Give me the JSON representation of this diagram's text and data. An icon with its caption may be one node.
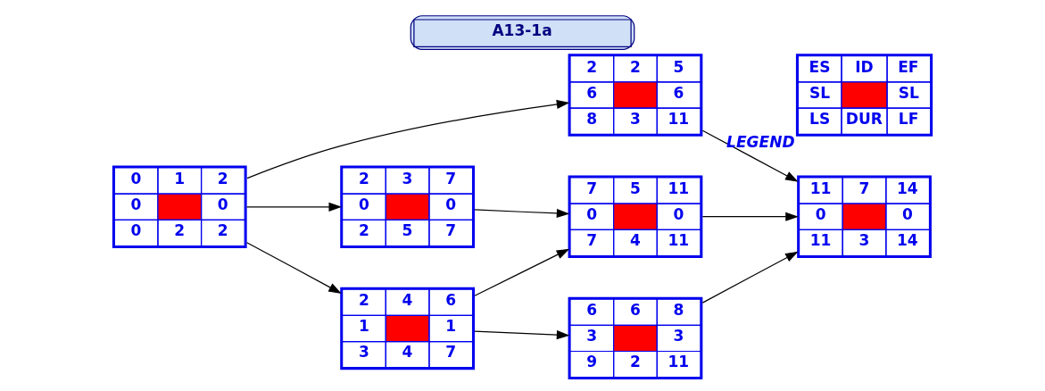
{
  "diagram": {
    "title": "A13-1a",
    "nodes": [
      {
        "text": [
          "0",
          "1",
          "2",
          "0",
          "0",
          "0",
          "2",
          "2"
        ]
      },
      {
        "text": [
          "2",
          "2",
          "5",
          "6",
          "6",
          "8",
          "3",
          "11"
        ]
      },
      {
        "text": [
          "2",
          "3",
          "7",
          "0",
          "0",
          "2",
          "5",
          "7"
        ]
      },
      {
        "text": [
          "2",
          "4",
          "6",
          "1",
          "1",
          "3",
          "4",
          "7"
        ]
      },
      {
        "text": [
          "7",
          "5",
          "11",
          "0",
          "0",
          "7",
          "4",
          "11"
        ]
      },
      {
        "text": [
          "6",
          "6",
          "8",
          "3",
          "3",
          "9",
          "2",
          "11"
        ]
      },
      {
        "text": [
          "11",
          "7",
          "14",
          "0",
          "0",
          "11",
          "3",
          "14"
        ]
      },
      {
        "text": [
          "ES",
          "ID",
          "EF",
          "SL",
          "SL",
          "LS",
          "DUR",
          "LF"
        ],
        "beside": [
          "LEGEND"
        ]
      }
    ],
    "edges": [
      {
        "from": 0,
        "to": 1,
        "arrow": "to"
      },
      {
        "from": 0,
        "to": 2,
        "arrow": "to"
      },
      {
        "from": 0,
        "to": 3,
        "arrow": "to"
      },
      {
        "from": 1,
        "to": 6,
        "arrow": "to"
      },
      {
        "from": 2,
        "to": 4,
        "arrow": "to"
      },
      {
        "from": 3,
        "to": 4,
        "arrow": "to"
      },
      {
        "from": 3,
        "to": 5,
        "arrow": "to"
      },
      {
        "from": 4,
        "to": 6,
        "arrow": "to"
      },
      {
        "from": 5,
        "to": 6,
        "arrow": "to"
      }
    ]
  }
}
